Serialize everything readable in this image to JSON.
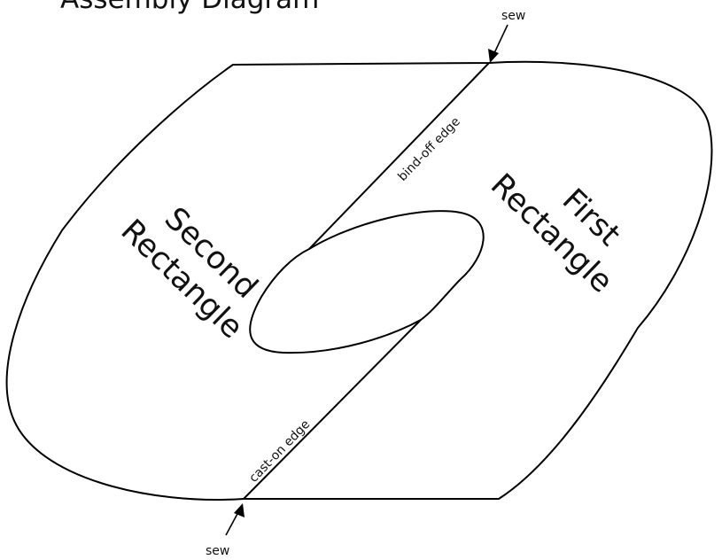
{
  "title": "Assembly Diagram",
  "labels": {
    "second_rectangle_line1": "Second",
    "second_rectangle_line2": "Rectangle",
    "first_rectangle_line1": "First",
    "first_rectangle_line2": "Rectangle",
    "bind_off_edge": "bind-off edge",
    "cast_on_edge": "cast-on edge",
    "sew_top": "sew",
    "sew_bottom": "sew"
  }
}
